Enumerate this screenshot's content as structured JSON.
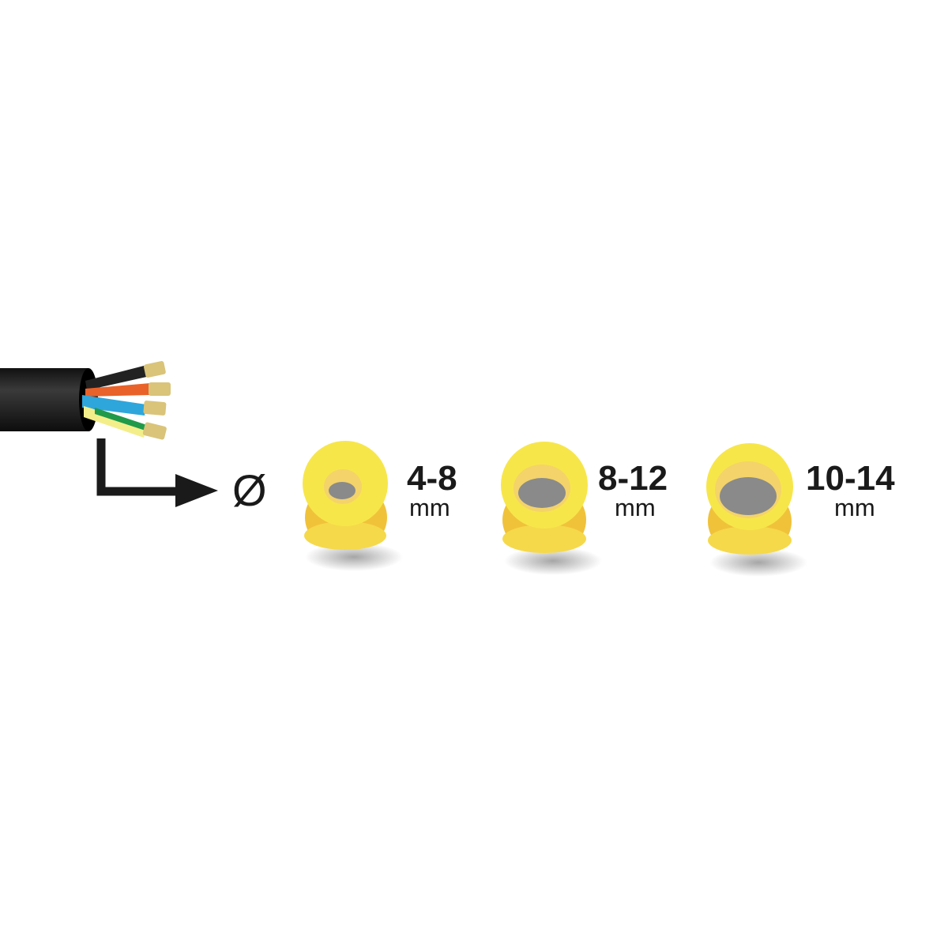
{
  "diameter_symbol": "Ø",
  "grommets": [
    {
      "range": "4-8",
      "unit": "mm"
    },
    {
      "range": "8-12",
      "unit": "mm"
    },
    {
      "range": "10-14",
      "unit": "mm"
    }
  ],
  "colors": {
    "cable": "#1c1c1c",
    "grommet": "#f7e64a",
    "grommet_shade": "#f0c23a",
    "wire_black": "#222222",
    "wire_orange": "#e8622a",
    "wire_blue": "#2ea6dc",
    "wire_green": "#1f9a4a",
    "wire_yellow": "#f3ee8a",
    "copper": "#d9c47a"
  }
}
